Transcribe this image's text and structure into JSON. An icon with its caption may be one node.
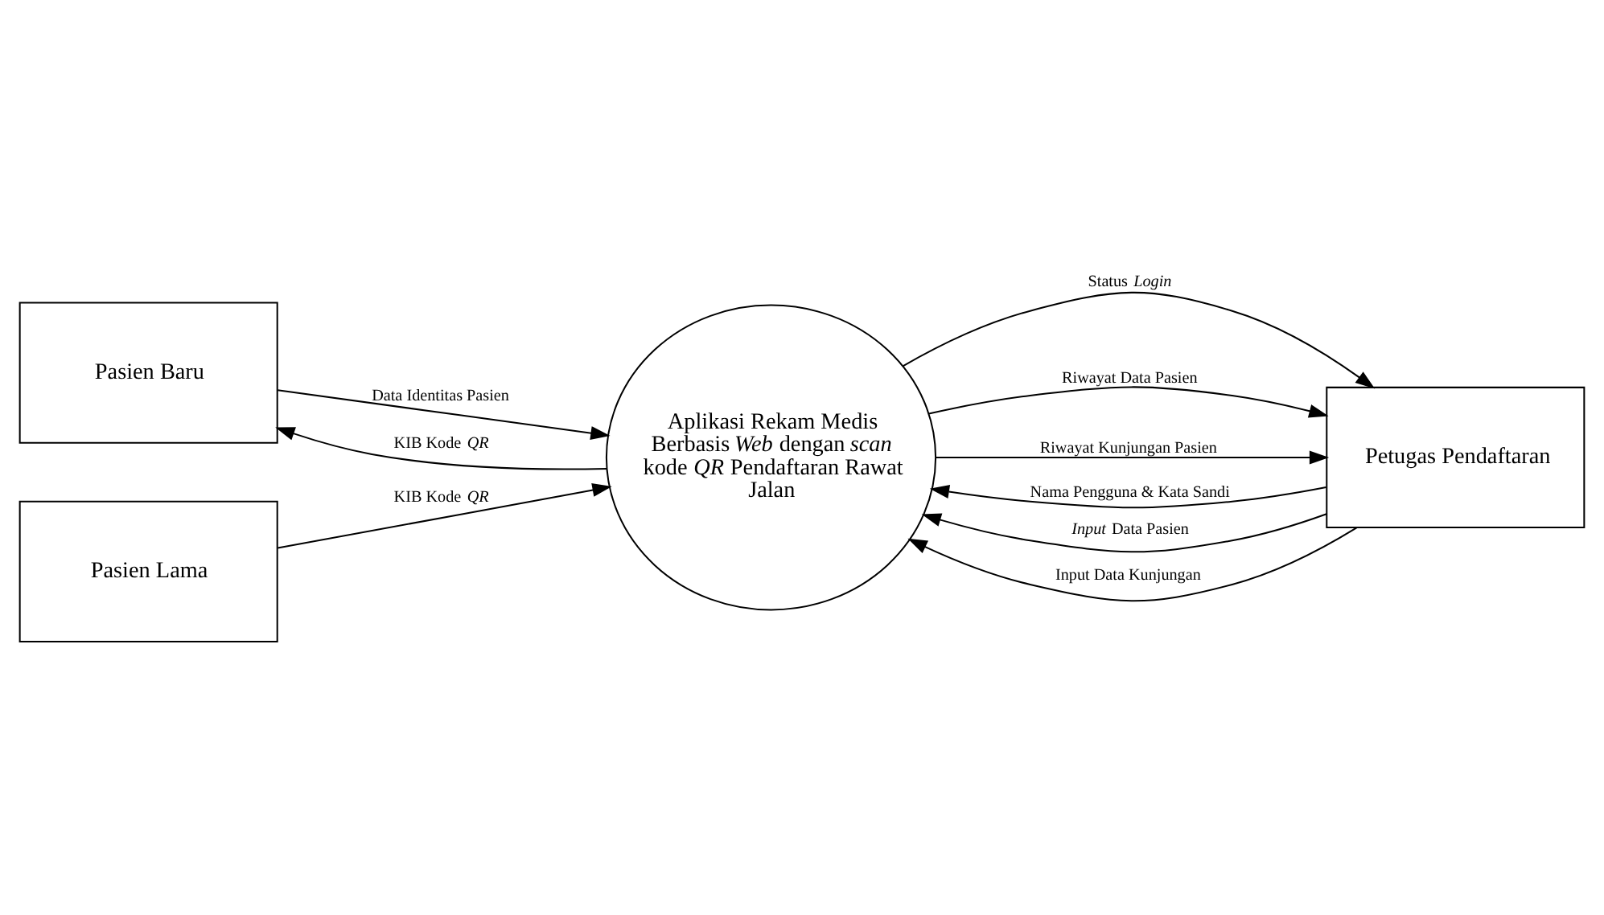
{
  "diagram": {
    "nodes": [
      {
        "text": [
          "Pasien Baru"
        ]
      },
      {
        "text": [
          "Aplikasi Rekam Medis Berbasis *Web* dengan *scan* kode *QR* Pendaftaran Rawat Jalan"
        ]
      },
      {
        "text": [
          "Petugas Pendaftaran"
        ]
      },
      {
        "text": [
          "Pasien Lama"
        ]
      }
    ],
    "edges": [
      {
        "from": 0,
        "to": 1,
        "arrow": "to",
        "label": "Data Identitas Pasien"
      },
      {
        "from": 1,
        "to": 0,
        "arrow": "to",
        "label": "KIB Kode *QR*"
      },
      {
        "from": 2,
        "to": 1,
        "arrow": "to",
        "label": "Nama Pengguna & Kata Sandi"
      },
      {
        "from": 1,
        "to": 2,
        "arrow": "to",
        "label": "Status *Login*"
      },
      {
        "from": 2,
        "to": 1,
        "arrow": "to",
        "label": "*Input* Data Pasien"
      },
      {
        "from": 2,
        "to": 1,
        "arrow": "to",
        "label": "Input Data Kunjungan"
      },
      {
        "from": 1,
        "to": 2,
        "arrow": "to",
        "label": "Riwayat Data Pasien"
      },
      {
        "from": 1,
        "to": 2,
        "arrow": "to",
        "label": "Riwayat Kunjungan Pasien"
      },
      {
        "from": 3,
        "to": 1,
        "arrow": "to",
        "label": "KIB Kode *QR*"
      }
    ]
  }
}
